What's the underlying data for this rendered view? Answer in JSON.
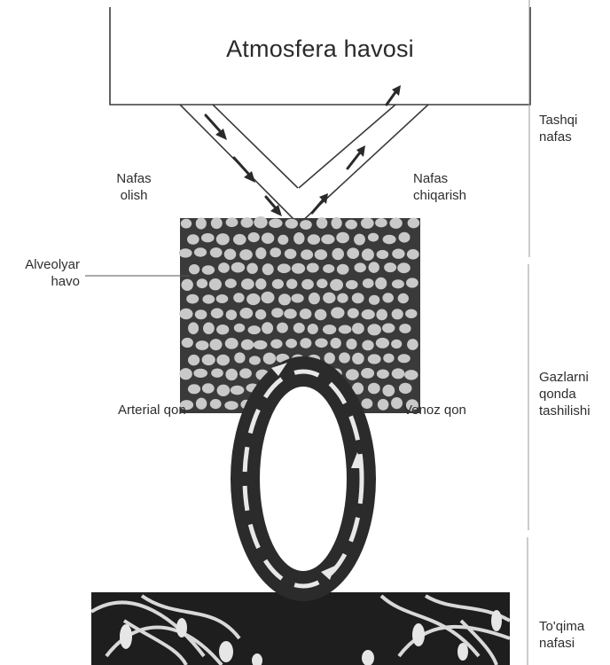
{
  "title": "Atmosfera havosi",
  "labels": {
    "inhale": "Nafas\nolish",
    "exhale": "Nafas\nchiqarish",
    "alveolar": "Alveolyar\nhavo",
    "arterial": "Arterial qon",
    "venous": "Venoz qon"
  },
  "stages": {
    "external": "Tashqi\nnafas",
    "transport": "Gazlarni\nqonda\ntashilishi",
    "tissue": "To'qima\nnafasi"
  },
  "colors": {
    "ink": "#2a2a2a",
    "cells_bg": "#3a3a3a",
    "cell_fill": "#c9c9c9",
    "tissue_bg": "#1e1e1e",
    "vessel": "#2b2b2b"
  }
}
